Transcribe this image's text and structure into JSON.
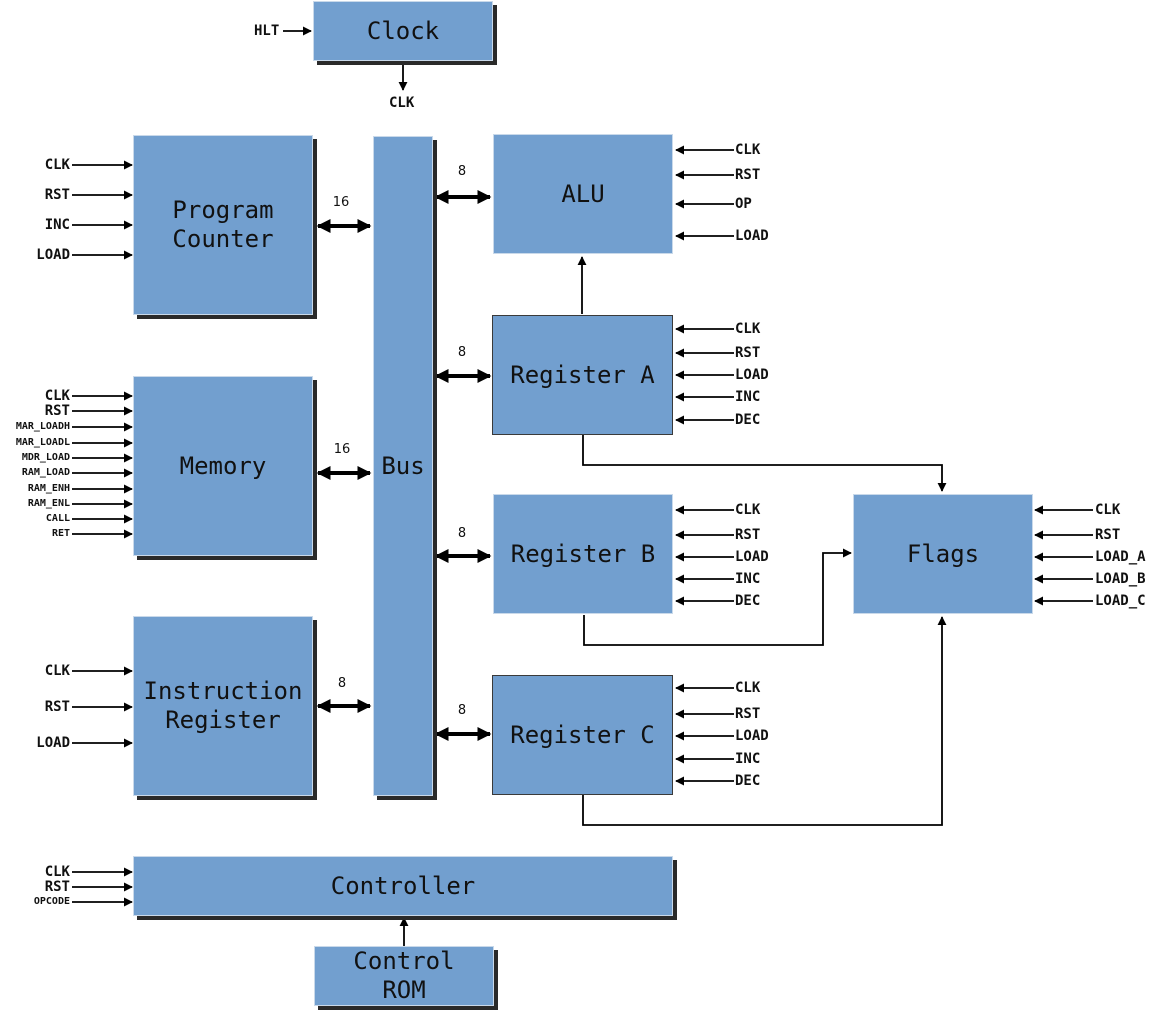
{
  "blocks": {
    "clock": "Clock",
    "program_counter": "Program\nCounter",
    "memory": "Memory",
    "instruction_register": "Instruction\nRegister",
    "bus": "Bus",
    "alu": "ALU",
    "register_a": "Register A",
    "register_b": "Register B",
    "register_c": "Register C",
    "flags": "Flags",
    "controller": "Controller",
    "control_rom": "Control\nROM"
  },
  "clock_in": "HLT",
  "clock_out": "CLK",
  "signals": {
    "program_counter": [
      "CLK",
      "RST",
      "INC",
      "LOAD"
    ],
    "memory": [
      "CLK",
      "RST",
      "MAR_LOADH",
      "MAR_LOADL",
      "MDR_LOAD",
      "RAM_LOAD",
      "RAM_ENH",
      "RAM_ENL",
      "CALL",
      "RET"
    ],
    "instruction_register": [
      "CLK",
      "RST",
      "LOAD"
    ],
    "alu": [
      "CLK",
      "RST",
      "OP",
      "LOAD"
    ],
    "register_a": [
      "CLK",
      "RST",
      "LOAD",
      "INC",
      "DEC"
    ],
    "register_b": [
      "CLK",
      "RST",
      "LOAD",
      "INC",
      "DEC"
    ],
    "register_c": [
      "CLK",
      "RST",
      "LOAD",
      "INC",
      "DEC"
    ],
    "flags": [
      "CLK",
      "RST",
      "LOAD_A",
      "LOAD_B",
      "LOAD_C"
    ],
    "controller": [
      "CLK",
      "RST",
      "OPCODE"
    ]
  },
  "bus_widths": {
    "program_counter": "16",
    "memory": "16",
    "instruction_register": "8",
    "alu": "8",
    "register_a": "8",
    "register_b": "8",
    "register_c": "8"
  }
}
